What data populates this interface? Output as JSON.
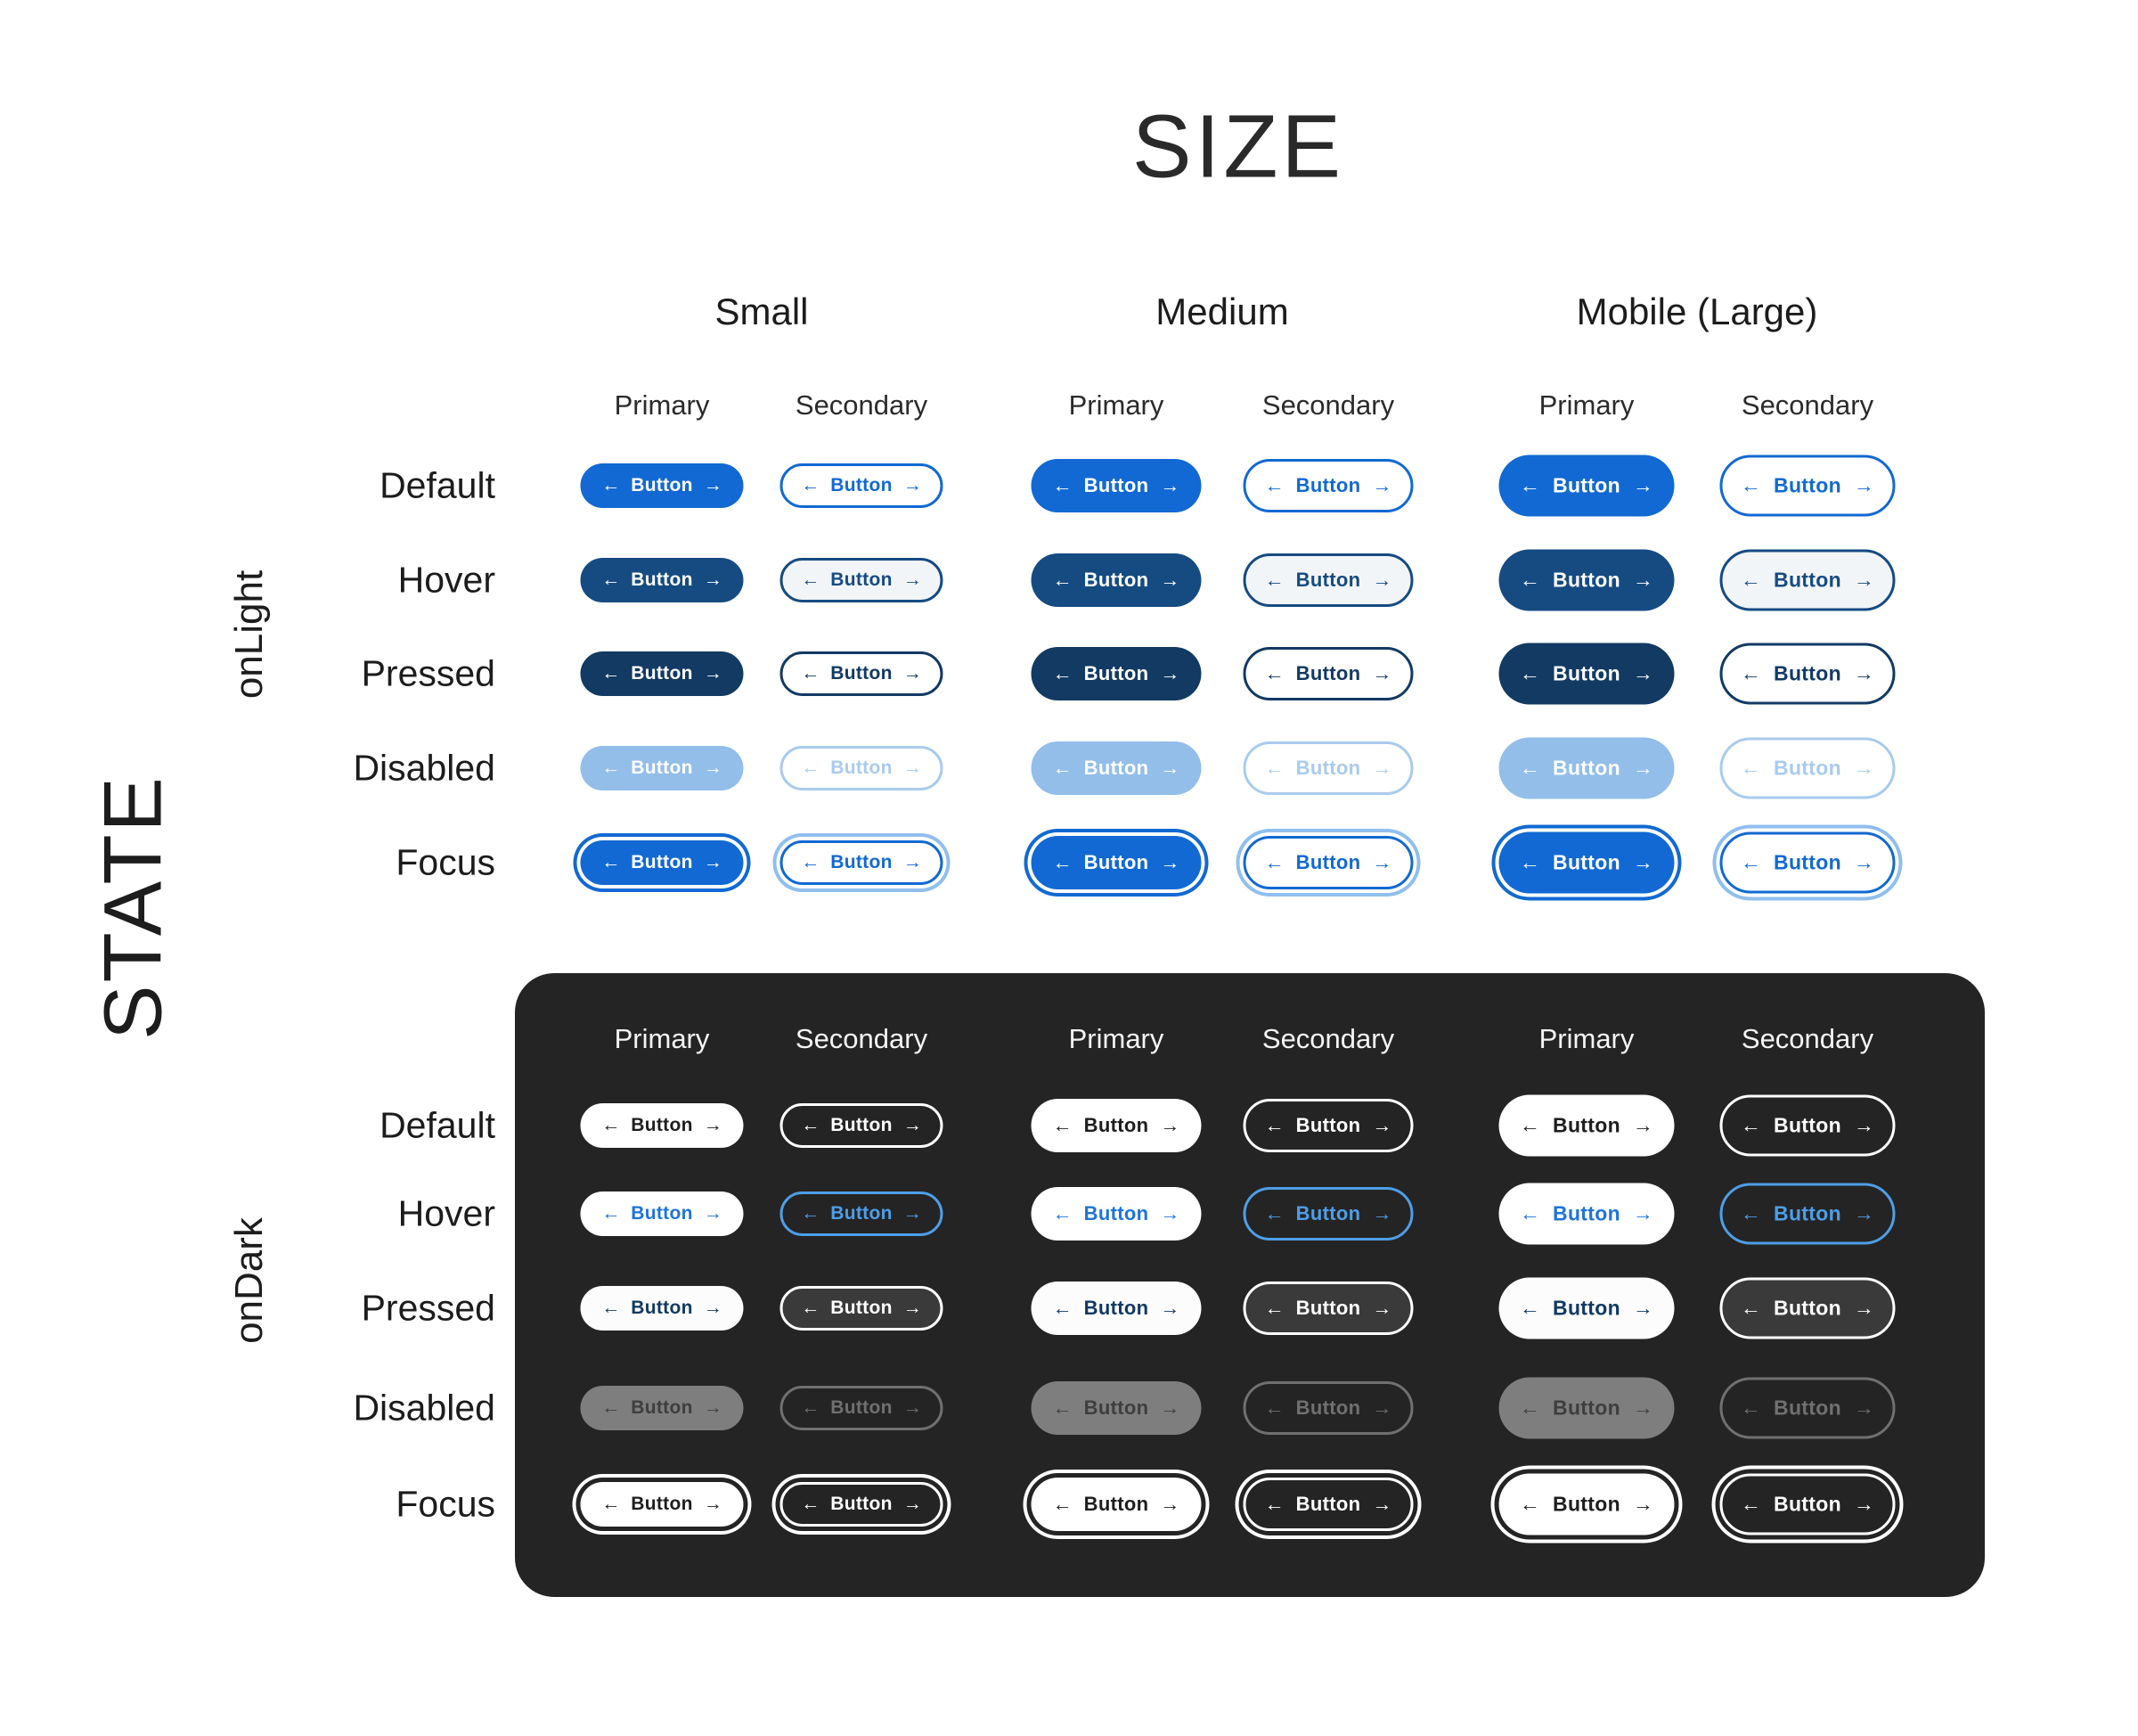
{
  "title": "SIZE",
  "axis": {
    "state": "STATE",
    "onlight": "onLight",
    "ondark": "onDark"
  },
  "sizes": [
    {
      "label": "Small"
    },
    {
      "label": "Medium"
    },
    {
      "label": "Mobile (Large)"
    }
  ],
  "variants": [
    "Primary",
    "Secondary"
  ],
  "states": [
    "Default",
    "Hover",
    "Pressed",
    "Disabled",
    "Focus"
  ],
  "button": {
    "left_arrow": "←",
    "label": "Button",
    "right_arrow": "→"
  },
  "colors": {
    "page_bg": "#ffffff",
    "panel_bg": "#242424",
    "primary_blue": "#1269D3",
    "hover_navy": "#164B82",
    "pressed_navy": "#123A63",
    "disabled_light_blue": "#92BEE9",
    "title_text": "#2a2a2a"
  },
  "button_styles": {
    "light": {
      "primary": {
        "default": {
          "bg": "#1269D3",
          "border": "transparent",
          "text": "#ffffff",
          "ring": "none"
        },
        "hover": {
          "bg": "#164B82",
          "border": "transparent",
          "text": "#ffffff",
          "ring": "none"
        },
        "pressed": {
          "bg": "#123A63",
          "border": "transparent",
          "text": "#ffffff",
          "ring": "none"
        },
        "disabled": {
          "bg": "#92BEE9",
          "border": "transparent",
          "text": "#ffffff",
          "ring": "none"
        },
        "focus": {
          "bg": "#1269D3",
          "border": "transparent",
          "text": "#ffffff",
          "ring": "0 0 0 4px #ffffff, 0 0 0 8px #1269D3"
        }
      },
      "secondary": {
        "default": {
          "bg": "#ffffff",
          "border": "#1269D3",
          "text": "#1269D3",
          "ring": "none"
        },
        "hover": {
          "bg": "#F2F5F8",
          "border": "#164B82",
          "text": "#164B82",
          "ring": "none"
        },
        "pressed": {
          "bg": "#ffffff",
          "border": "#123A63",
          "text": "#123A63",
          "ring": "none"
        },
        "disabled": {
          "bg": "#ffffff",
          "border": "#A9CBEE",
          "text": "#A9CBEE",
          "ring": "none"
        },
        "focus": {
          "bg": "#ffffff",
          "border": "#1269D3",
          "text": "#1269D3",
          "ring": "0 0 0 4px #ffffff, 0 0 0 8px #90BFEE"
        }
      }
    },
    "dark": {
      "primary": {
        "default": {
          "bg": "#ffffff",
          "border": "transparent",
          "text": "#1E1E1E",
          "ring": "none"
        },
        "hover": {
          "bg": "#ffffff",
          "border": "transparent",
          "text": "#1E74DA",
          "ring": "none"
        },
        "pressed": {
          "bg": "#FCFCFC",
          "border": "transparent",
          "text": "#123A63",
          "ring": "none"
        },
        "disabled": {
          "bg": "#7E7E7E",
          "border": "transparent",
          "text": "#3E3E3E",
          "ring": "none"
        },
        "focus": {
          "bg": "#ffffff",
          "border": "transparent",
          "text": "#1E1E1E",
          "ring": "0 0 0 5px #242424, 0 0 0 9px #ffffff"
        }
      },
      "secondary": {
        "default": {
          "bg": "transparent",
          "border": "#ffffff",
          "text": "#ffffff",
          "ring": "none"
        },
        "hover": {
          "bg": "transparent",
          "border": "#4E9EE8",
          "text": "#4E9EE8",
          "ring": "none"
        },
        "pressed": {
          "bg": "#3A3A3A",
          "border": "#ffffff",
          "text": "#ffffff",
          "ring": "none"
        },
        "disabled": {
          "bg": "transparent",
          "border": "#707070",
          "text": "#707070",
          "ring": "none"
        },
        "focus": {
          "bg": "transparent",
          "border": "#ffffff",
          "text": "#ffffff",
          "ring": "0 0 0 5px #242424, 0 0 0 9px #ffffff"
        }
      }
    }
  }
}
